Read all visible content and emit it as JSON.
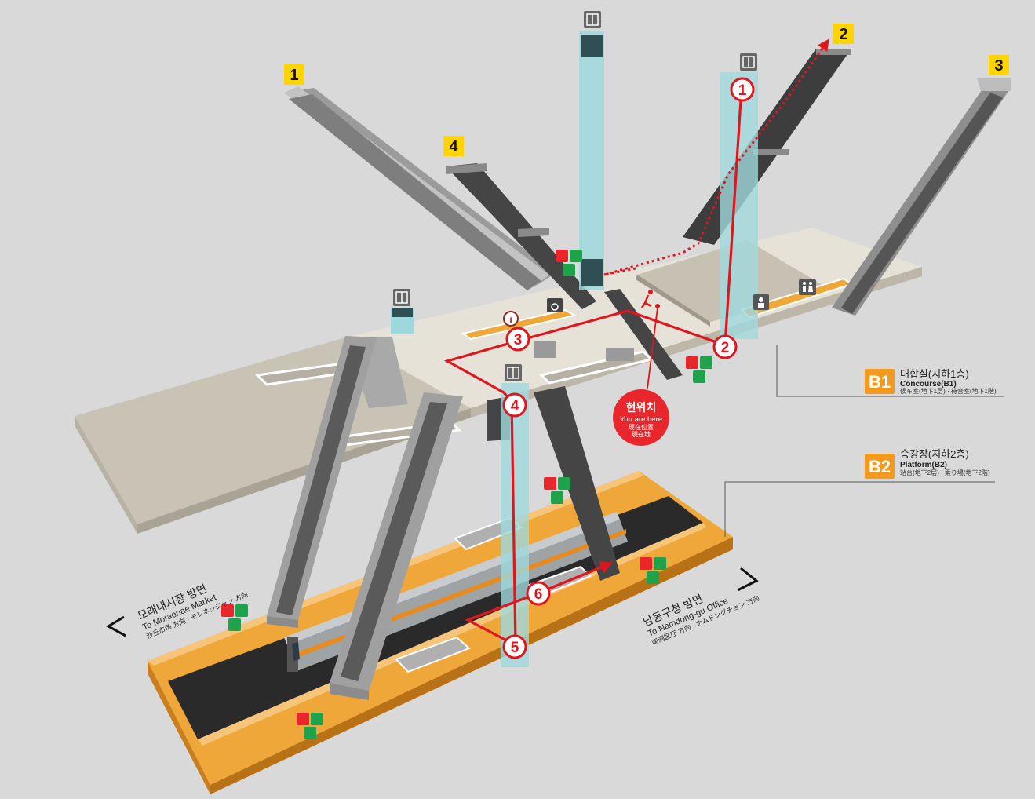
{
  "exits": [
    {
      "label": "1"
    },
    {
      "label": "2"
    },
    {
      "label": "3"
    },
    {
      "label": "4"
    }
  ],
  "route_steps": [
    "1",
    "2",
    "3",
    "4",
    "5",
    "6"
  ],
  "levels": {
    "b1": {
      "code": "B1",
      "korean": "대합실(지하1층)",
      "english": "Concourse(B1)",
      "sub": "候车室(地下1层) · 待合室(地下1階)"
    },
    "b2": {
      "code": "B2",
      "korean": "승강장(지하2층)",
      "english": "Platform(B2)",
      "sub": "站台(地下2层) · 乘り場(地下2階)"
    }
  },
  "you_are_here": {
    "korean": "현위치",
    "english": "You are here",
    "chinese": "现在位置",
    "japanese": "現在地"
  },
  "directions": {
    "west": {
      "korean": "모래내시장 방면",
      "english": "To Moraenae Market",
      "sub": "沙丘市场 方向 · モレネシジャン 方向"
    },
    "east": {
      "korean": "남동구청 방면",
      "english": "To Namdong-gu Office",
      "sub": "南洞区厅 方向 · ナムドングチョン 方向"
    }
  },
  "colors": {
    "background": "#d9d9d9",
    "floor": "#e6e2d8",
    "platform": "#f0a73a",
    "track": "#2a2a2a",
    "elevator": "#9fd8dc",
    "route": "#e0161e",
    "exit_badge": "#ffd400",
    "level_badge": "#f39a1e",
    "emergency_red": "#e8262b",
    "emergency_green": "#1ea24a"
  },
  "icons": [
    "elevator-icon",
    "fire-extinguisher-icon",
    "first-aid-icon",
    "emergency-phone-icon",
    "information-icon",
    "restroom-icon",
    "nursing-room-icon",
    "runner-icon"
  ]
}
